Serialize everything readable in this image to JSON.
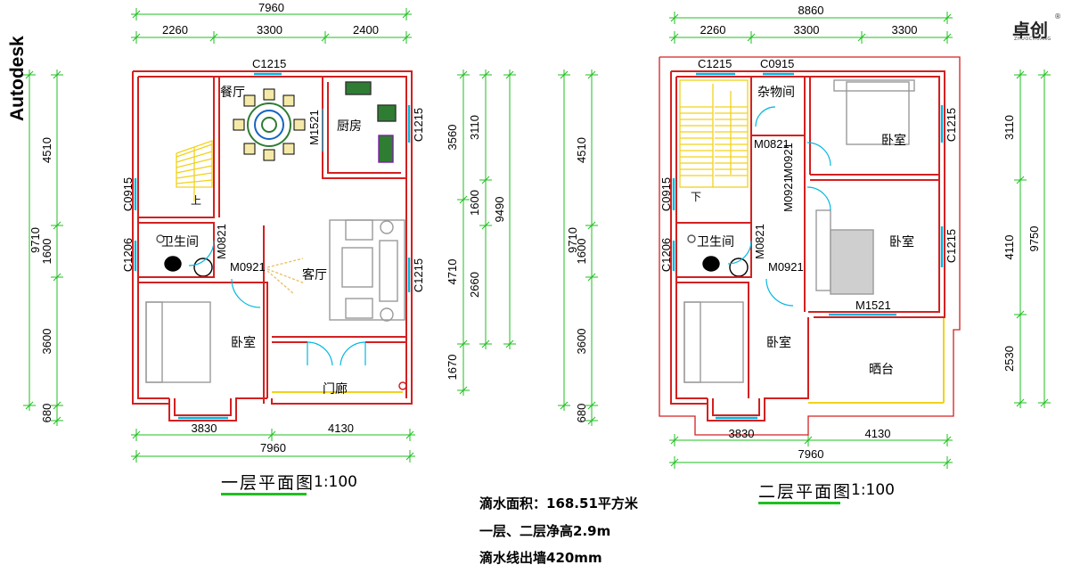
{
  "brand": "Autodesk",
  "logo": {
    "main": "卓创",
    "sub": "ZHUOCHUANG",
    "reg": "®"
  },
  "plan1": {
    "title": "一层平面图",
    "scale": "1:100",
    "dims_top": {
      "total": "7960",
      "segs": [
        "2260",
        "3300",
        "2400"
      ]
    },
    "dims_bottom": {
      "total": "7960",
      "segs": [
        "3830",
        "4130"
      ]
    },
    "dims_left": {
      "total": "9710",
      "segs": [
        "4510",
        "1600",
        "3600",
        "680"
      ]
    },
    "dims_right_outer": [
      "3560",
      "1670"
    ],
    "dims_right_inner": [
      "3110",
      "1600",
      "4710",
      "2660"
    ],
    "dims_right_total": "9490",
    "rooms": {
      "dining": "餐厅",
      "kitchen": "厨房",
      "bath": "卫生间",
      "living": "客厅",
      "bedroom": "卧室",
      "porch": "门廊"
    },
    "openings": {
      "c1215_top": "C1215",
      "c1215_kitchen": "C1215",
      "c1215_living": "C1215",
      "m1521": "M1521",
      "c0915": "C0915",
      "m0821": "M0821",
      "c1206": "C1206",
      "m0921": "M0921"
    },
    "stair": "上"
  },
  "plan2": {
    "title": "二层平面图",
    "scale": "1:100",
    "dims_top": {
      "total": "8860",
      "segs": [
        "2260",
        "3300",
        "3300"
      ]
    },
    "dims_bottom": {
      "total": "7960",
      "segs": [
        "3830",
        "4130"
      ]
    },
    "dims_left": {
      "total": "9710",
      "segs": [
        "4510",
        "1600",
        "3600",
        "680"
      ]
    },
    "dims_right_inner": [
      "3110",
      "4110",
      "2530"
    ],
    "dims_right_total": "9750",
    "rooms": {
      "storage": "杂物间",
      "bedroom_ne": "卧室",
      "bedroom_e": "卧室",
      "bath": "卫生间",
      "bedroom_sw": "卧室",
      "balcony": "晒台"
    },
    "openings": {
      "c1215_top": "C1215",
      "c0915_top": "C0915",
      "m0821_storage": "M0821",
      "m0921_a": "M0921",
      "m0921_b": "M0921",
      "c1215_ne": "C1215",
      "c1215_e": "C1215",
      "c0915": "C0915",
      "c1206": "C1206",
      "m0821": "M0821",
      "m0921": "M0921",
      "m1521": "M1521"
    },
    "stair": "下"
  },
  "notes": [
    "滴水面积：168.51平方米",
    "一层、二层净高2.9m",
    "滴水线出墙420mm"
  ],
  "colors": {
    "wall": "#d42020",
    "opening": "#00b8e0",
    "stair": "#f2d21a",
    "dim": "#1fbf1f",
    "furniture": "#9a9a9a"
  }
}
